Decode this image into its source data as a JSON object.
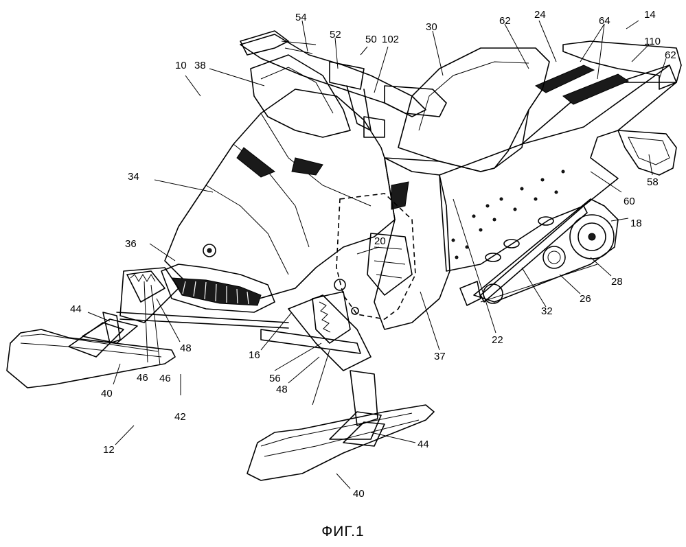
{
  "figure": {
    "caption": "ФИГ.1",
    "reference_numerals": [
      {
        "id": "r10",
        "text": "10"
      },
      {
        "id": "r12",
        "text": "12"
      },
      {
        "id": "r14",
        "text": "14"
      },
      {
        "id": "r16",
        "text": "16"
      },
      {
        "id": "r18",
        "text": "18"
      },
      {
        "id": "r20",
        "text": "20"
      },
      {
        "id": "r22",
        "text": "22"
      },
      {
        "id": "r24",
        "text": "24"
      },
      {
        "id": "r26",
        "text": "26"
      },
      {
        "id": "r28",
        "text": "28"
      },
      {
        "id": "r30",
        "text": "30"
      },
      {
        "id": "r32",
        "text": "32"
      },
      {
        "id": "r34",
        "text": "34"
      },
      {
        "id": "r36",
        "text": "36"
      },
      {
        "id": "r37",
        "text": "37"
      },
      {
        "id": "r38",
        "text": "38"
      },
      {
        "id": "r40a",
        "text": "40"
      },
      {
        "id": "r40b",
        "text": "40"
      },
      {
        "id": "r42",
        "text": "42"
      },
      {
        "id": "r44a",
        "text": "44"
      },
      {
        "id": "r44b",
        "text": "44"
      },
      {
        "id": "r46a",
        "text": "46"
      },
      {
        "id": "r46b",
        "text": "46"
      },
      {
        "id": "r48a",
        "text": "48"
      },
      {
        "id": "r48b",
        "text": "48"
      },
      {
        "id": "r50",
        "text": "50"
      },
      {
        "id": "r52",
        "text": "52"
      },
      {
        "id": "r54",
        "text": "54"
      },
      {
        "id": "r56",
        "text": "56"
      },
      {
        "id": "r58",
        "text": "58"
      },
      {
        "id": "r60",
        "text": "60"
      },
      {
        "id": "r62a",
        "text": "62"
      },
      {
        "id": "r62b",
        "text": "62"
      },
      {
        "id": "r64",
        "text": "64"
      },
      {
        "id": "r102",
        "text": "102"
      },
      {
        "id": "r110",
        "text": "110"
      }
    ]
  }
}
